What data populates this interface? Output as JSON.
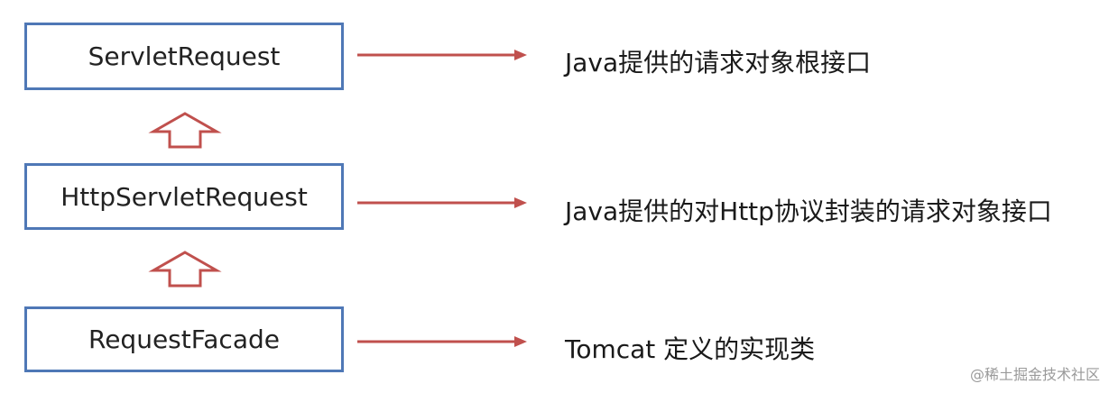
{
  "nodes": [
    {
      "label": "ServletRequest",
      "description": "Java提供的请求对象根接口"
    },
    {
      "label": "HttpServletRequest",
      "description": "Java提供的对Http协议封装的请求对象接口"
    },
    {
      "label": "RequestFacade",
      "description": "Tomcat 定义的实现类"
    }
  ],
  "watermark": "@稀土掘金技术社区",
  "colors": {
    "box_border": "#4f78b6",
    "arrow": "#c0504d"
  }
}
